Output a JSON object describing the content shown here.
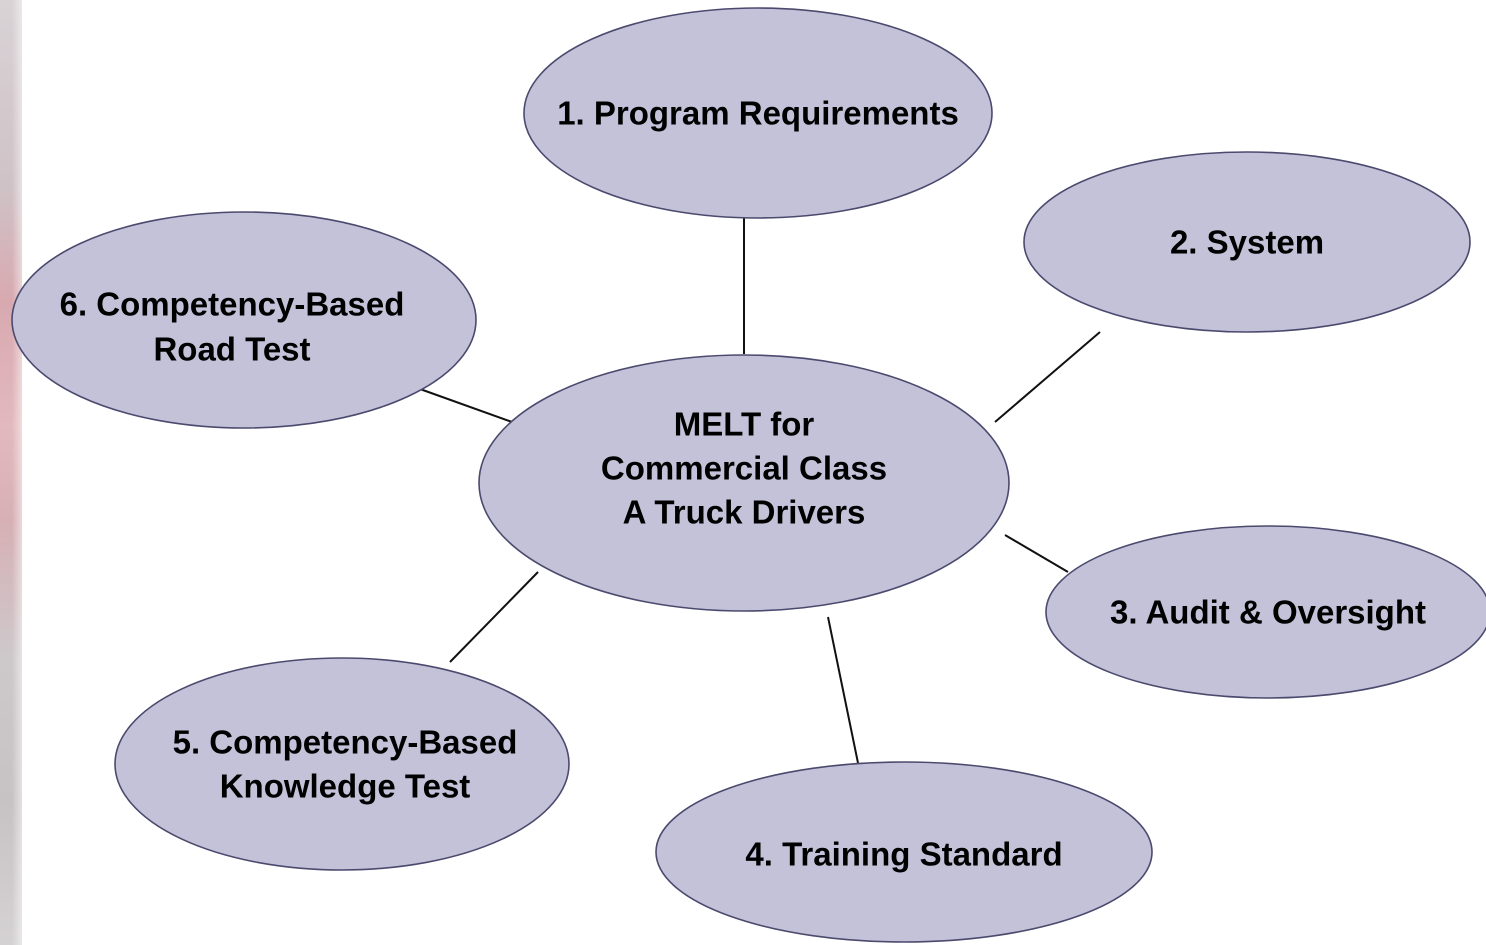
{
  "center": {
    "lines": [
      "MELT for",
      "Commercial Class",
      "A Truck Drivers"
    ]
  },
  "nodes": [
    {
      "id": "program-requirements",
      "lines": [
        "1. Program Requirements"
      ]
    },
    {
      "id": "system",
      "lines": [
        "2. System"
      ]
    },
    {
      "id": "audit-oversight",
      "lines": [
        "3. Audit & Oversight"
      ]
    },
    {
      "id": "training-standard",
      "lines": [
        "4. Training Standard"
      ]
    },
    {
      "id": "knowledge-test",
      "lines": [
        "5. Competency-Based",
        "Knowledge Test"
      ]
    },
    {
      "id": "road-test",
      "lines": [
        "6. Competency-Based",
        "Road Test"
      ]
    }
  ],
  "colors": {
    "node_fill": "#c3c2d9",
    "node_stroke": "#4b4a6e",
    "connector": "#111111",
    "text": "#000000"
  }
}
